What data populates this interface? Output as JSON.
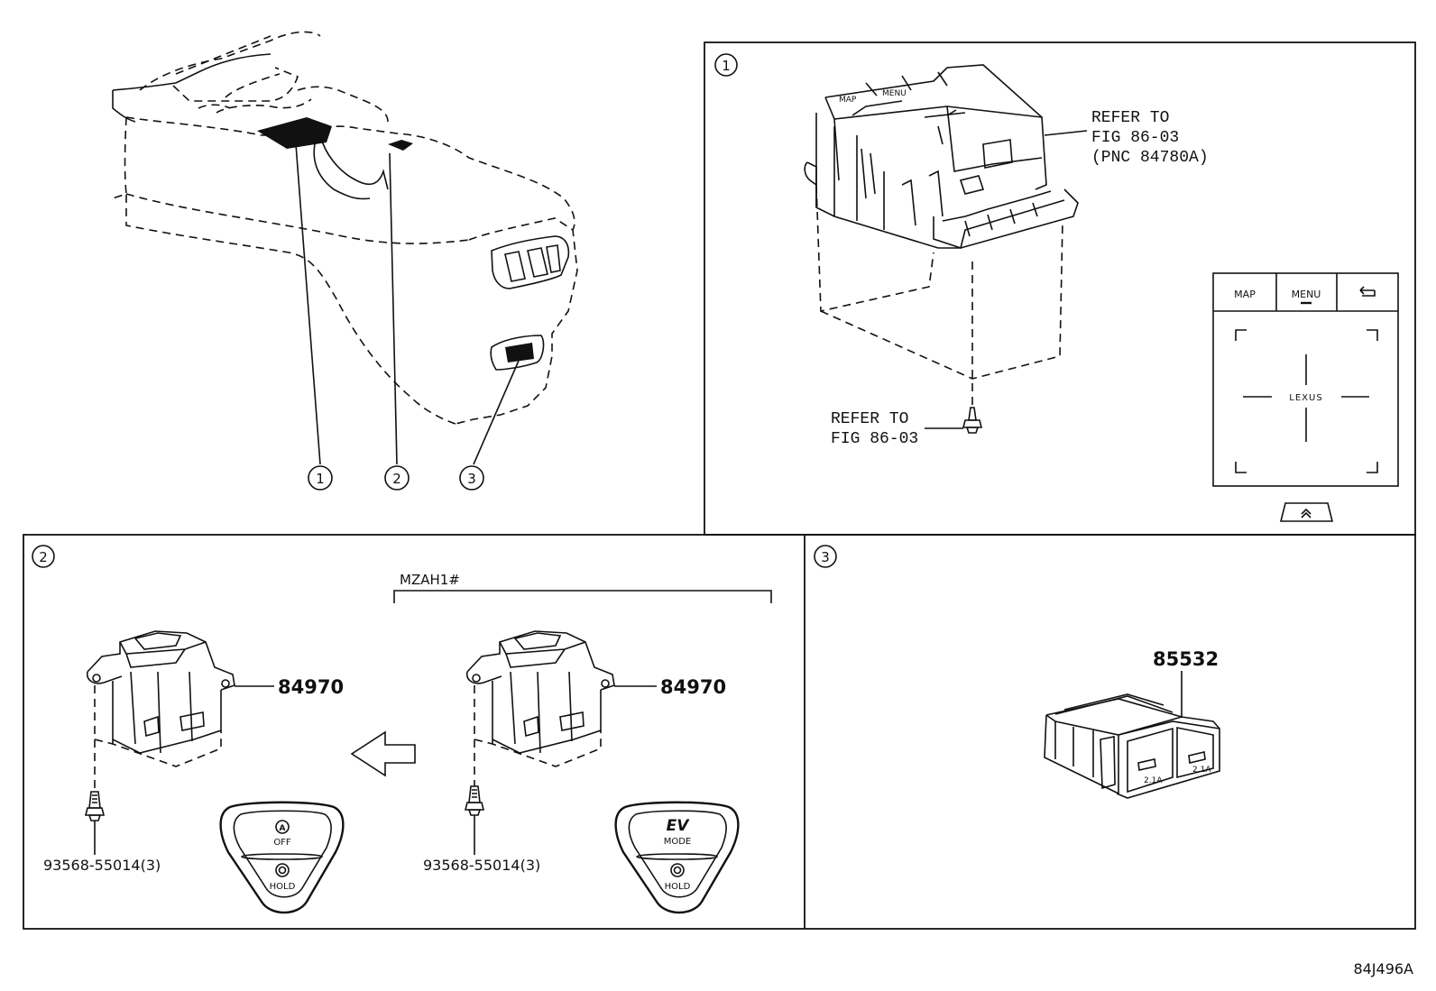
{
  "callouts": {
    "one": "1",
    "two": "2",
    "three": "3"
  },
  "panel1": {
    "refer_top": [
      "REFER TO",
      "FIG 86-03",
      "(PNC 84780A)"
    ],
    "refer_bottom": [
      "REFER TO",
      "FIG 86-03"
    ],
    "touchpad": {
      "map": "MAP",
      "menu": "MENU",
      "back_icon": "back-arrow-icon",
      "logo": "LEXUS"
    }
  },
  "panel2": {
    "variant_label": "MZAH1#",
    "left_part": "84970",
    "right_part": "84970",
    "left_screw": "93568-55014(3)",
    "right_screw": "93568-55014(3)",
    "left_cover": {
      "top": "OFF",
      "bottom": "HOLD"
    },
    "right_cover": {
      "ev": "EV",
      "top": "MODE",
      "bottom": "HOLD"
    }
  },
  "panel3": {
    "part": "85532",
    "port_label": "2.1A"
  },
  "diagram_code": "84J496A"
}
